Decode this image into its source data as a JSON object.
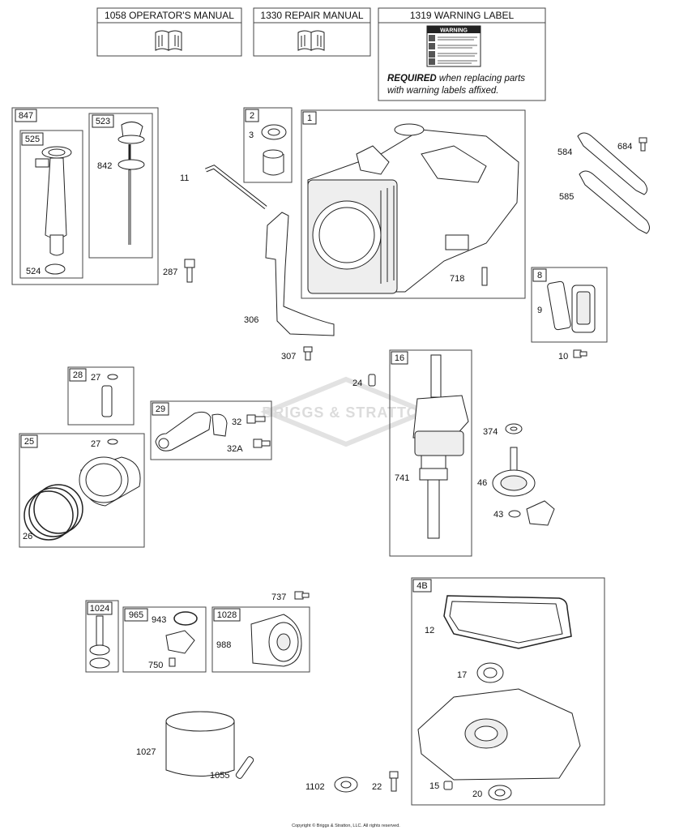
{
  "manuals": {
    "operators": {
      "title": "1058 OPERATOR'S MANUAL"
    },
    "repair": {
      "title": "1330 REPAIR MANUAL"
    },
    "warning": {
      "title": "1319 WARNING LABEL",
      "sticker": "WARNING",
      "note_bold": "REQUIRED",
      "note_line1": " when replacing parts",
      "note_line2": "with warning labels affixed."
    }
  },
  "watermark": "BRIGGS & STRATTON",
  "copyright": "Copyright © Briggs & Stratton, LLC. All rights reserved.",
  "groups": {
    "g847": "847",
    "g525": "525",
    "g523": "523",
    "g2": "2",
    "g1": "1",
    "g8": "8",
    "g28": "28",
    "g29": "29",
    "g25": "25",
    "g16": "16",
    "g1024": "1024",
    "g965": "965",
    "g1028": "1028",
    "g4b": "4B"
  },
  "labels": {
    "l524": "524",
    "l842": "842",
    "l287": "287",
    "l11": "11",
    "l3": "3",
    "l306": "306",
    "l307": "307",
    "l718": "718",
    "l584": "584",
    "l684": "684",
    "l585": "585",
    "l9": "9",
    "l10": "10",
    "l27a": "27",
    "l32": "32",
    "l32a": "32A",
    "l27b": "27",
    "l26": "26",
    "l24": "24",
    "l741": "741",
    "l374": "374",
    "l46": "46",
    "l43": "43",
    "l737": "737",
    "l943": "943",
    "l750": "750",
    "l988": "988",
    "l12": "12",
    "l17": "17",
    "l1027": "1027",
    "l1055": "1055",
    "l1102": "1102",
    "l22": "22",
    "l15": "15",
    "l20": "20"
  }
}
